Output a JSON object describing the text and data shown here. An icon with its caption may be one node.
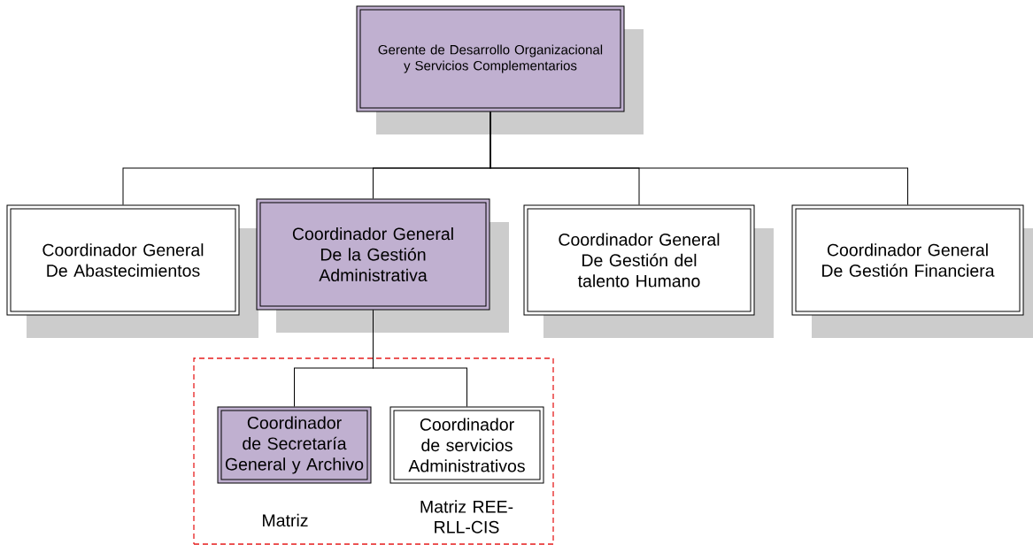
{
  "diagram": {
    "nodes": [
      {
        "text": [
          "Gerente de Desarrollo Organizacional y Servicios Complementarios"
        ]
      },
      {
        "text": [
          "Coordinador General De Abastecimientos"
        ]
      },
      {
        "text": [
          "Coordinador General De la Gestión Administrativa"
        ]
      },
      {
        "text": [
          "Coordinador General De Gestión del talento Humano"
        ]
      },
      {
        "text": [
          "Coordinador General De Gestión Financiera"
        ]
      },
      {
        "text": [],
        "shape": "box"
      },
      {
        "text": [
          "Coordinador de Secretaría General y Archivo"
        ],
        "in": 5
      },
      {
        "text": [
          "Coordinador de servicios Administrativos"
        ],
        "in": 5
      }
    ],
    "edges": [
      {
        "from": 0,
        "to": 1,
        "arrow": "none"
      },
      {
        "from": 0,
        "to": 2,
        "arrow": "none"
      },
      {
        "from": 0,
        "to": 3,
        "arrow": "none"
      },
      {
        "from": 0,
        "to": 4,
        "arrow": "none"
      },
      {
        "from": 2,
        "to": 6,
        "arrow": "none"
      },
      {
        "from": 2,
        "to": 7,
        "arrow": "none"
      }
    ],
    "labels": [
      "Matriz",
      "Matriz REE-RLL-CIS"
    ]
  }
}
